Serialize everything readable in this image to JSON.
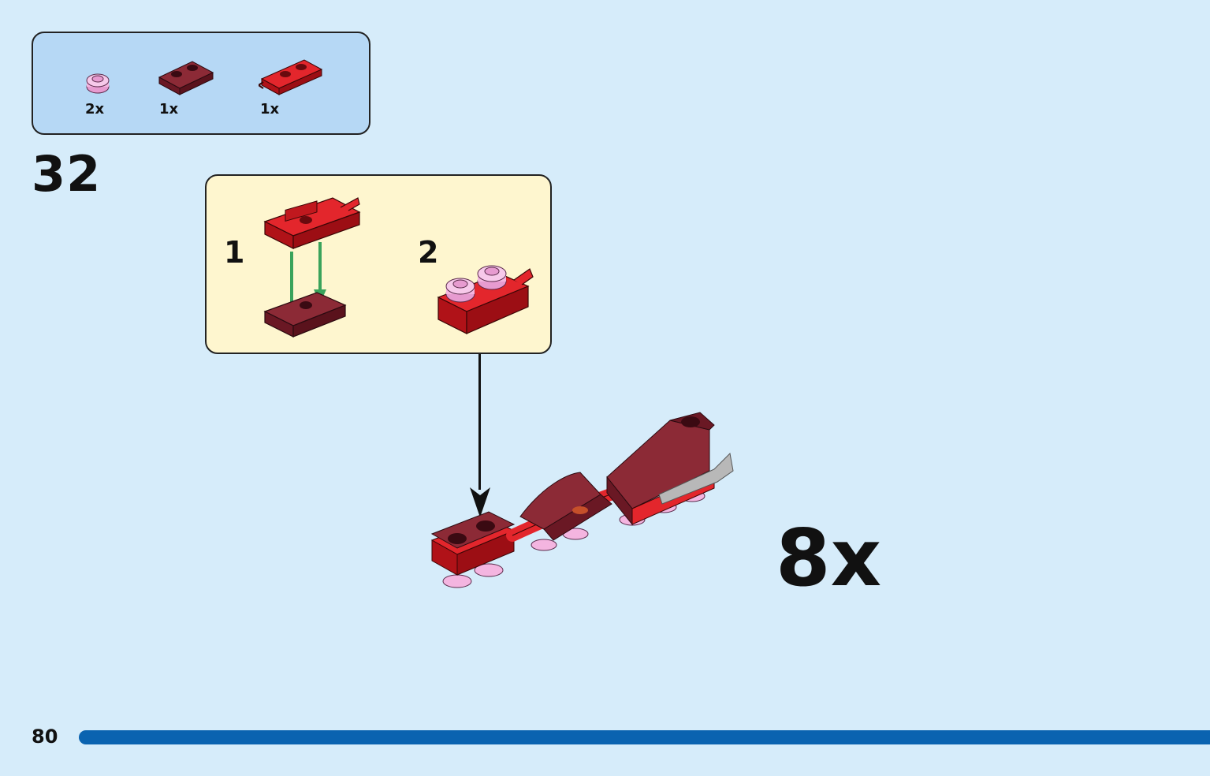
{
  "parts_list": {
    "items": [
      {
        "qty": "2x",
        "icon": "pink-round-plate-icon",
        "color": "#f4b5e0"
      },
      {
        "qty": "1x",
        "icon": "dark-red-plate-1x2-icon",
        "color": "#7a1f2b"
      },
      {
        "qty": "1x",
        "icon": "red-plate-with-clip-icon",
        "color": "#d2161c"
      }
    ]
  },
  "step": {
    "number": "32",
    "sub_steps": [
      {
        "label": "1"
      },
      {
        "label": "2"
      }
    ],
    "multiplier": "8x"
  },
  "footer": {
    "page_number": "80",
    "progress_fraction": 1.0,
    "progress_color": "#0a63b0"
  },
  "colors": {
    "background": "#d6ecfa",
    "parts_box": "#b6d8f5",
    "sub_box": "#fef6cf",
    "arrow_green": "#3aa35b"
  }
}
